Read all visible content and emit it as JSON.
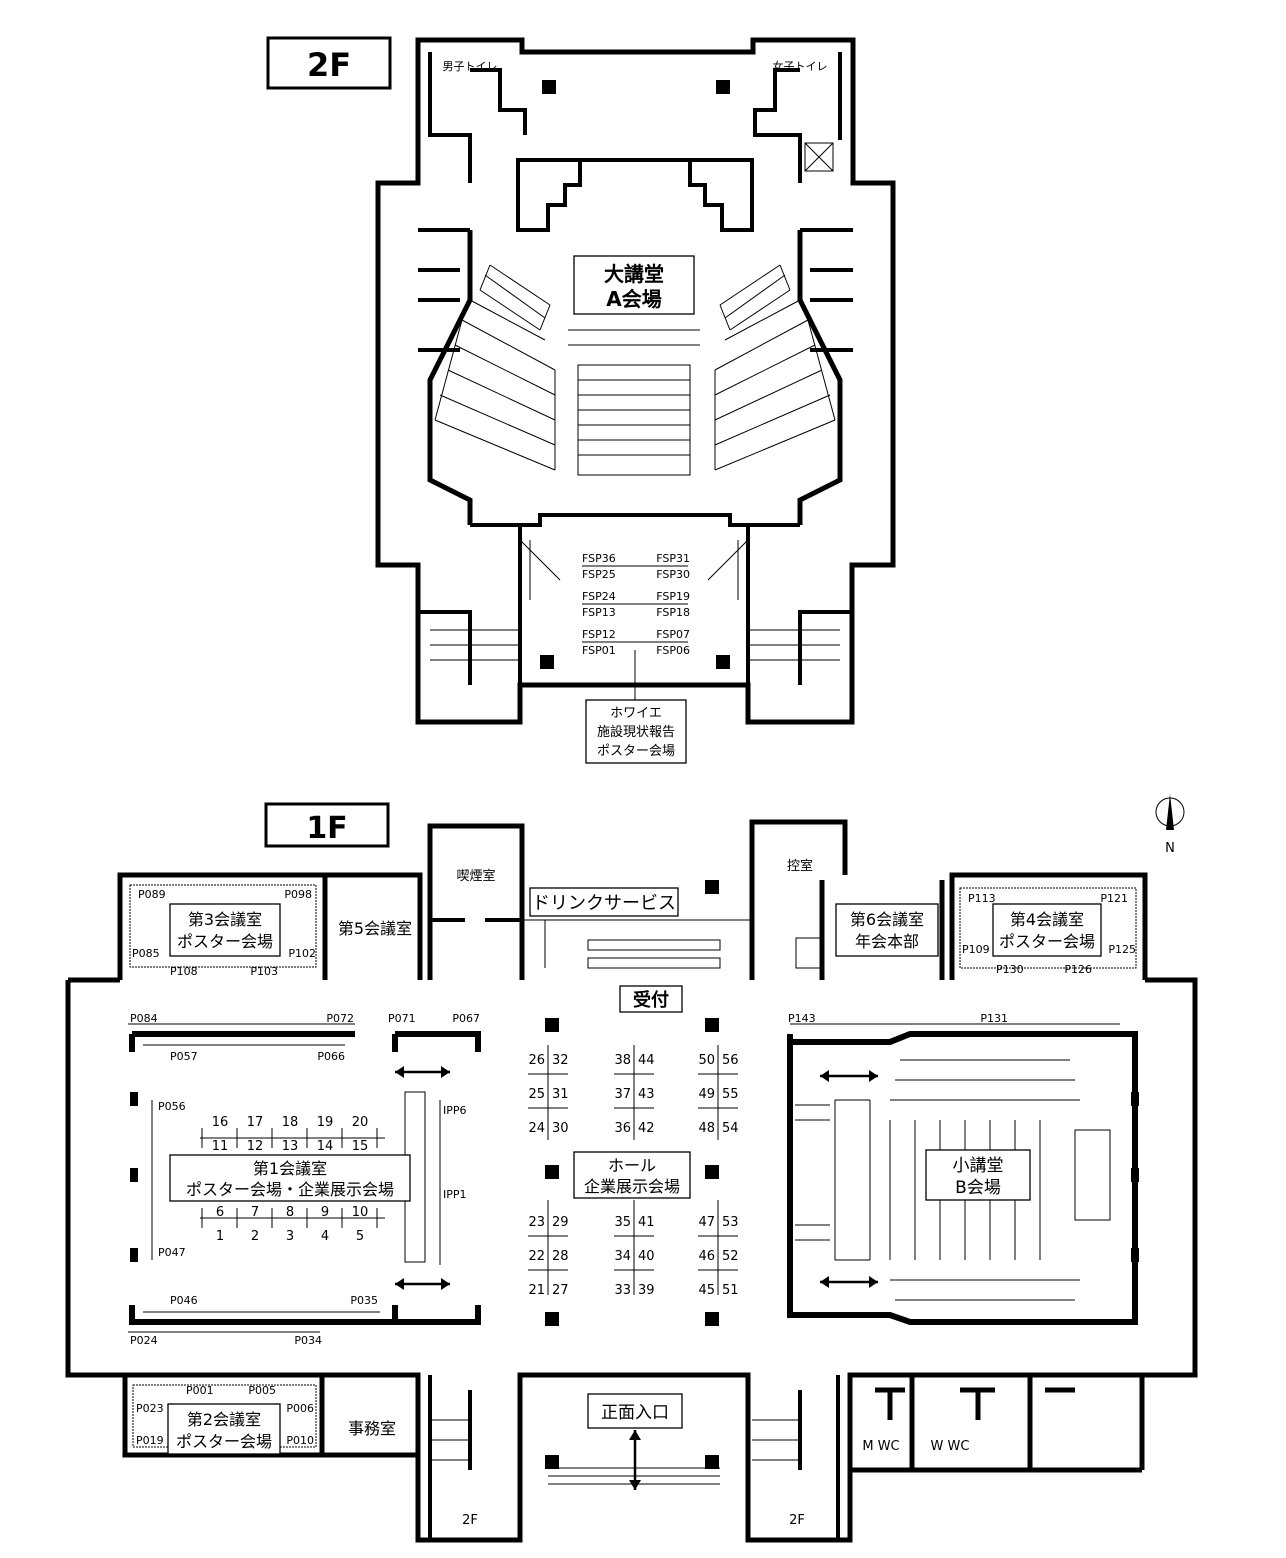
{
  "floors": {
    "f2": {
      "label": "2F",
      "mens_toilet": "男子トイレ",
      "womens_toilet": "女子トイレ",
      "hall_a": {
        "line1": "大講堂",
        "line2": "A会場"
      },
      "foyer": {
        "line1": "ホワイエ",
        "line2": "施設現状報告",
        "line3": "ポスター会場"
      },
      "fsp": [
        "FSP36",
        "FSP31",
        "FSP25",
        "FSP30",
        "FSP24",
        "FSP19",
        "FSP13",
        "FSP18",
        "FSP12",
        "FSP07",
        "FSP01",
        "FSP06"
      ]
    },
    "f1": {
      "label": "1F",
      "compass_n": "N",
      "smoking": "喫煙室",
      "waiting": "控室",
      "drink": "ドリンクサービス",
      "reception": "受付",
      "room3": {
        "line1": "第3会議室",
        "line2": "ポスター会場"
      },
      "room5": "第5会議室",
      "room6": {
        "line1": "第6会議室",
        "line2": "年会本部"
      },
      "room4": {
        "line1": "第4会議室",
        "line2": "ポスター会場"
      },
      "room1": {
        "line1": "第1会議室",
        "line2": "ポスター会場・企業展示会場"
      },
      "hall": {
        "line1": "ホール",
        "line2": "企業展示会場"
      },
      "hall_b": {
        "line1": "小講堂",
        "line2": "B会場"
      },
      "room2": {
        "line1": "第2会議室",
        "line2": "ポスター会場"
      },
      "office": "事務室",
      "entrance": "正面入口",
      "mwc": "M WC",
      "wwc": "W WC",
      "stairs_left": "2F",
      "stairs_right": "2F",
      "poster_labels": {
        "p089": "P089",
        "p098": "P098",
        "p085": "P085",
        "p102": "P102",
        "p108": "P108",
        "p103": "P103",
        "p113": "P113",
        "p121": "P121",
        "p109": "P109",
        "p125": "P125",
        "p130": "P130",
        "p126": "P126",
        "p084": "P084",
        "p072": "P072",
        "p071": "P071",
        "p067": "P067",
        "p057": "P057",
        "p066": "P066",
        "p056": "P056",
        "p047": "P047",
        "p046": "P046",
        "p035": "P035",
        "p024": "P024",
        "p034": "P034",
        "p143": "P143",
        "p131": "P131",
        "ipp6": "IPP6",
        "ipp1": "IPP1",
        "p001": "P001",
        "p005": "P005",
        "p023": "P023",
        "p006": "P006",
        "p019": "P019",
        "p010": "P010"
      },
      "booths_room1_top": [
        "16",
        "17",
        "18",
        "19",
        "20"
      ],
      "booths_room1_mid": [
        "11",
        "12",
        "13",
        "14",
        "15"
      ],
      "booths_room1_low1": [
        "6",
        "7",
        "8",
        "9",
        "10"
      ],
      "booths_room1_low2": [
        "1",
        "2",
        "3",
        "4",
        "5"
      ],
      "hall_booths": {
        "c1": [
          "26",
          "32",
          "25",
          "31",
          "24",
          "30"
        ],
        "c2": [
          "38",
          "44",
          "37",
          "43",
          "36",
          "42"
        ],
        "c3": [
          "50",
          "56",
          "49",
          "55",
          "48",
          "54"
        ],
        "c4": [
          "23",
          "29",
          "22",
          "28",
          "21",
          "27"
        ],
        "c5": [
          "35",
          "41",
          "34",
          "40",
          "33",
          "39"
        ],
        "c6": [
          "47",
          "53",
          "46",
          "52",
          "45",
          "51"
        ]
      }
    }
  }
}
